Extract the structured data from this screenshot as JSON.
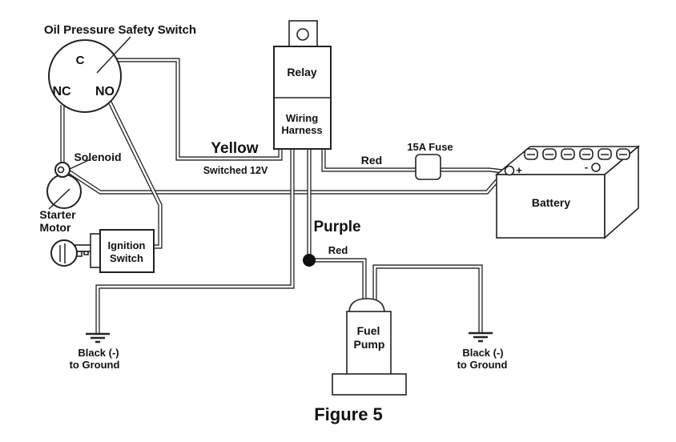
{
  "figure": {
    "caption": "Figure 5"
  },
  "oil_switch": {
    "label": "Oil Pressure Safety Switch",
    "terminal_c": "C",
    "terminal_nc": "NC",
    "terminal_no": "NO"
  },
  "relay": {
    "label": "Relay"
  },
  "harness": {
    "line1": "Wiring",
    "line2": "Harness"
  },
  "wires": {
    "yellow_label": "Yellow",
    "switched_12v": "Switched 12V",
    "red_battery": "Red",
    "fuse_label": "15A Fuse",
    "purple_label": "Purple",
    "red_pump": "Red"
  },
  "battery": {
    "label": "Battery",
    "positive": "+",
    "negative": "-"
  },
  "solenoid": {
    "label": "Solenoid"
  },
  "starter": {
    "line1": "Starter",
    "line2": "Motor"
  },
  "ignition": {
    "line1": "Ignition",
    "line2": "Switch"
  },
  "fuel_pump": {
    "line1": "Fuel",
    "line2": "Pump"
  },
  "ground_left": {
    "line1": "Black (-)",
    "line2": "to Ground"
  },
  "ground_right": {
    "line1": "Black (-)",
    "line2": "to Ground"
  },
  "colors": {
    "line": "#222222",
    "background": "#ffffff",
    "text": "#111111"
  }
}
